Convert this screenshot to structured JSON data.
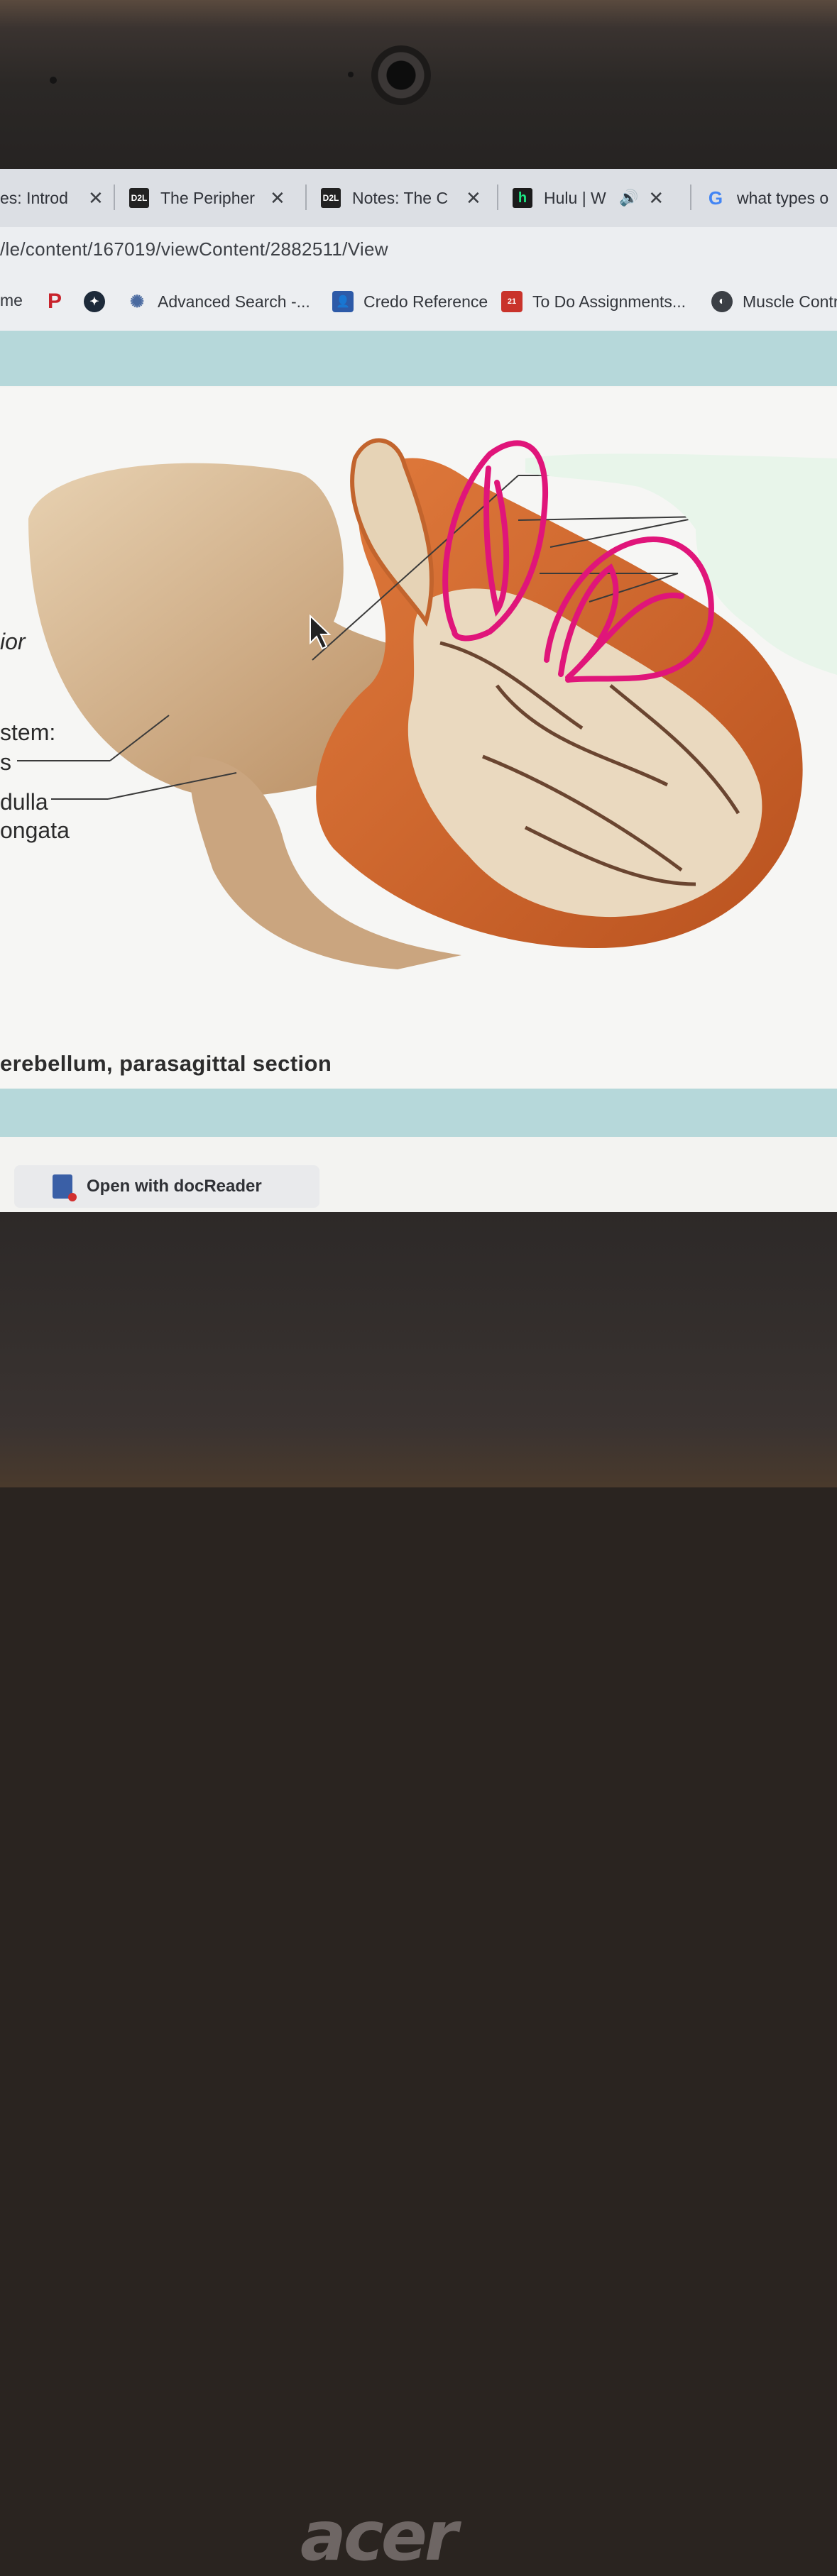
{
  "browser": {
    "tabs": [
      {
        "title": "es: Introd",
        "icon": "generic-page-icon"
      },
      {
        "title": "The Peripher",
        "icon": "d2l-icon"
      },
      {
        "title": "Notes: The C",
        "icon": "d2l-icon"
      },
      {
        "title": "Hulu | W",
        "icon": "hulu-icon"
      },
      {
        "title": "what types o",
        "icon": "google-icon"
      }
    ],
    "tab_close_glyph": "✕",
    "url": "/le/content/167019/viewContent/2882511/View",
    "bookmarks": [
      {
        "label": "me",
        "icon": "home-icon"
      },
      {
        "label": "",
        "icon": "pinterest-icon"
      },
      {
        "label": "",
        "icon": "app-icon"
      },
      {
        "label": "Advanced Search -...",
        "icon": "loading-icon"
      },
      {
        "label": "Credo Reference",
        "icon": "credo-icon"
      },
      {
        "label": "To Do Assignments...",
        "icon": "todo-icon"
      },
      {
        "label": "Muscle Contr",
        "icon": "globe-icon"
      }
    ]
  },
  "figure": {
    "labels": {
      "fragment_ior": "ior",
      "brainstem": "stem:",
      "pons": "s",
      "medulla_1": "dulla",
      "medulla_2": "ongata"
    },
    "caption": "erebellum, parasagittal section"
  },
  "viewer": {
    "open_with": "Open with docReader"
  },
  "laptop": {
    "brand": "acer"
  },
  "colors": {
    "annotation_pink": "#e0157a",
    "band_teal": "#b6d8da",
    "redaction": "#e8f5ea"
  }
}
